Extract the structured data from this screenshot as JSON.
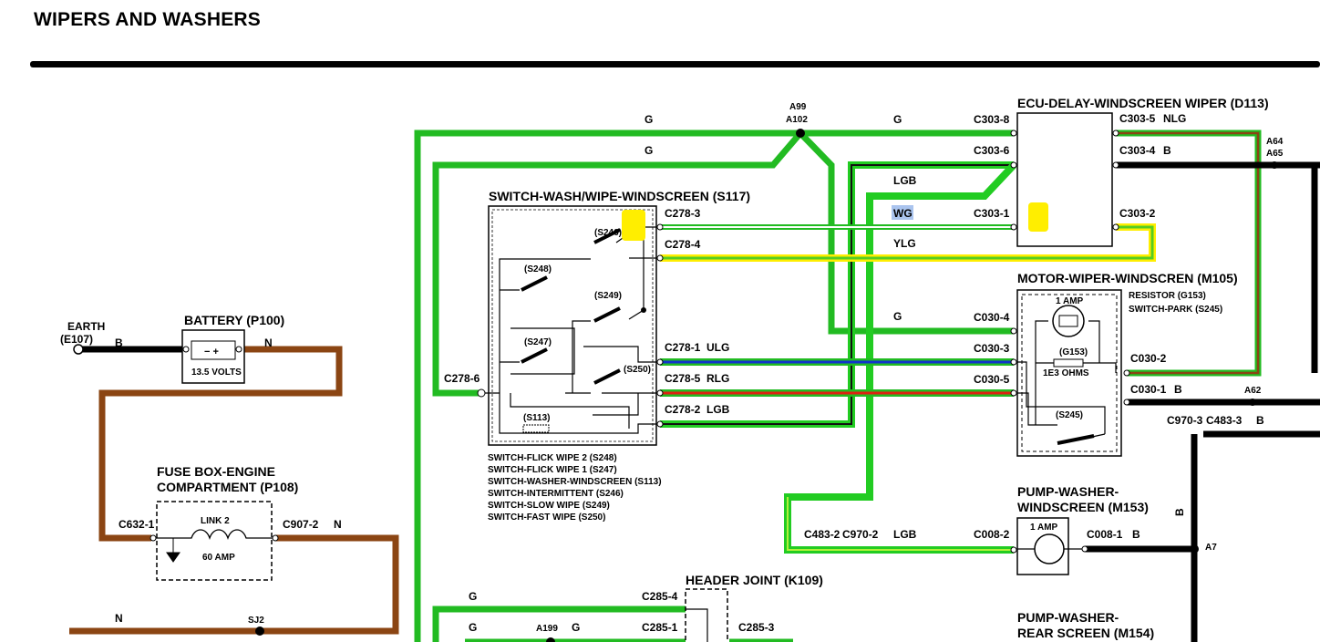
{
  "title": "WIPERS AND WASHERS",
  "components": {
    "ecu": {
      "name": "ECU-DELAY-WINDSCREEN WIPER (D113)"
    },
    "motor": {
      "name": "MOTOR-WIPER-WINDSCREN (M105)",
      "resistor_label": "RESISTOR (G153)",
      "switch_park_label": "SWITCH-PARK (S245)",
      "amp": "1 AMP",
      "g153": "(G153)",
      "ohms": "1E3 OHMS",
      "s245": "(S245)"
    },
    "switch": {
      "name": "SWITCH-WASH/WIPE-WINDSCREEN (S117)",
      "s246": "(S246)",
      "s248": "(S248)",
      "s249": "(S249)",
      "s247": "(S247)",
      "s250": "(S250)",
      "s113": "(S113)",
      "legend": [
        "SWITCH-FLICK WIPE 2 (S248)",
        "SWITCH-FLICK WIPE 1 (S247)",
        "SWITCH-WASHER-WINDSCREEN (S113)",
        "SWITCH-INTERMITTENT (S246)",
        "SWITCH-SLOW WIPE (S249)",
        "SWITCH-FAST WIPE (S250)"
      ]
    },
    "battery": {
      "name": "BATTERY (P100)",
      "volts": "13.5 VOLTS"
    },
    "earth": {
      "line1": "EARTH",
      "line2": "(E107)"
    },
    "fusebox": {
      "line1": "FUSE BOX-ENGINE",
      "line2": "COMPARTMENT (P108)",
      "link": "LINK 2",
      "amp": "60 AMP"
    },
    "pump_ws": {
      "line1": "PUMP-WASHER-",
      "line2": "WINDSCREEN (M153)",
      "amp": "1 AMP"
    },
    "pump_rear": {
      "line1": "PUMP-WASHER-",
      "line2": "REAR SCREEN (M154)"
    },
    "header": {
      "name": "HEADER JOINT (K109)"
    }
  },
  "labels": {
    "g_top": "G",
    "g_top2": "G",
    "g_right_top": "G",
    "a99": "A99",
    "a102": "A102",
    "c303_8": "C303-8",
    "c303_6": "C303-6",
    "c303_5": "C303-5",
    "nlg": "NLG",
    "c303_4": "C303-4",
    "b_c303_4": "B",
    "a64": "A64",
    "a65": "A65",
    "lgb_top": "LGB",
    "wg": "WG",
    "c303_1": "C303-1",
    "c303_2": "C303-2",
    "ylg": "YLG",
    "c278_3": "C278-3",
    "c278_4": "C278-4",
    "c278_1": "C278-1",
    "ulg": "ULG",
    "c278_5": "C278-5",
    "rlg": "RLG",
    "c278_2": "C278-2",
    "lgb_mid": "LGB",
    "c278_6": "C278-6",
    "g_mid": "G",
    "c030_4": "C030-4",
    "c030_3": "C030-3",
    "c030_5": "C030-5",
    "c030_2": "C030-2",
    "c030_1": "C030-1",
    "b_c030_1": "B",
    "a62": "A62",
    "c970_3": "C970-3",
    "c483_3": "C483-3",
    "b_c483": "B",
    "c483_2": "C483-2",
    "c970_2": "C970-2",
    "lgb_low": "LGB",
    "c008_2": "C008-2",
    "c008_1": "C008-1",
    "b_c008": "B",
    "a7": "A7",
    "b_vert": "B",
    "b_batt": "B",
    "n_batt": "N",
    "c632_1": "C632-1",
    "c907_2": "C907-2",
    "n_fuse": "N",
    "n_bottom": "N",
    "sj2": "SJ2",
    "g_bot1": "G",
    "c285_4": "C285-4",
    "g_bot2": "G",
    "a199": "A199",
    "g_bot3": "G",
    "c285_1": "C285-1",
    "c285_3": "C285-3"
  }
}
